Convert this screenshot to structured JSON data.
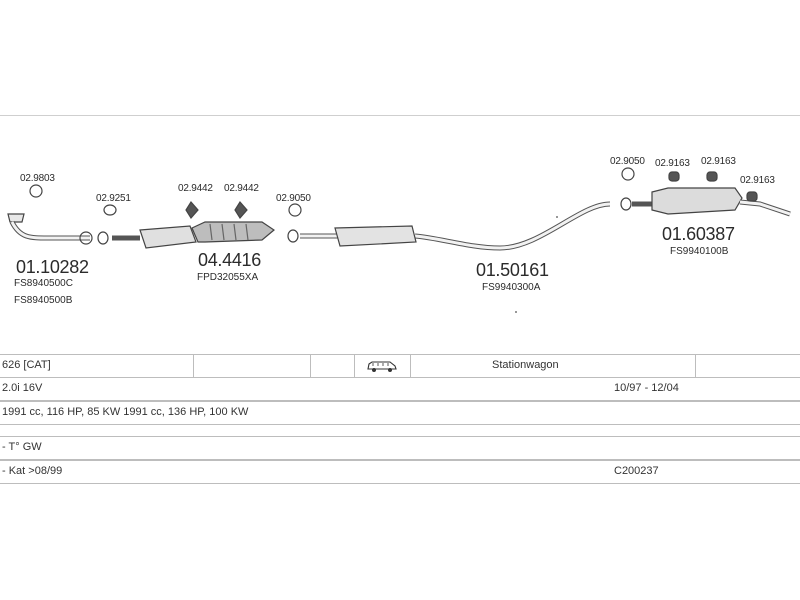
{
  "parts": {
    "p02_9803": "02.9803",
    "p02_9251": "02.9251",
    "p02_9442a": "02.9442",
    "p02_9442b": "02.9442",
    "p02_9050a": "02.9050",
    "p02_9050b": "02.9050",
    "p02_9163a": "02.9163",
    "p02_9163b": "02.9163",
    "p02_9163c": "02.9163",
    "front_pipe": "01.10282",
    "front_pipe_oe1": "FS8940500C",
    "front_pipe_oe2": "FS8940500B",
    "catalyst": "04.4416",
    "catalyst_oe": "FPD32055XA",
    "middle": "01.50161",
    "middle_oe": "FS9940300A",
    "rear": "01.60387",
    "rear_oe": "FS9940100B"
  },
  "info": {
    "model": "626  [CAT]",
    "body_type": "Stationwagon",
    "engine": "2.0i 16V",
    "years": "10/97 - 12/04",
    "specs": "1991 cc, 116 HP, 85 KW 1991 cc, 136 HP, 100 KW",
    "note1": "- T° GW",
    "note2": "- Kat >08/99",
    "code": "C200237"
  },
  "icons": {
    "vehicle": "station-wagon-car-icon"
  }
}
